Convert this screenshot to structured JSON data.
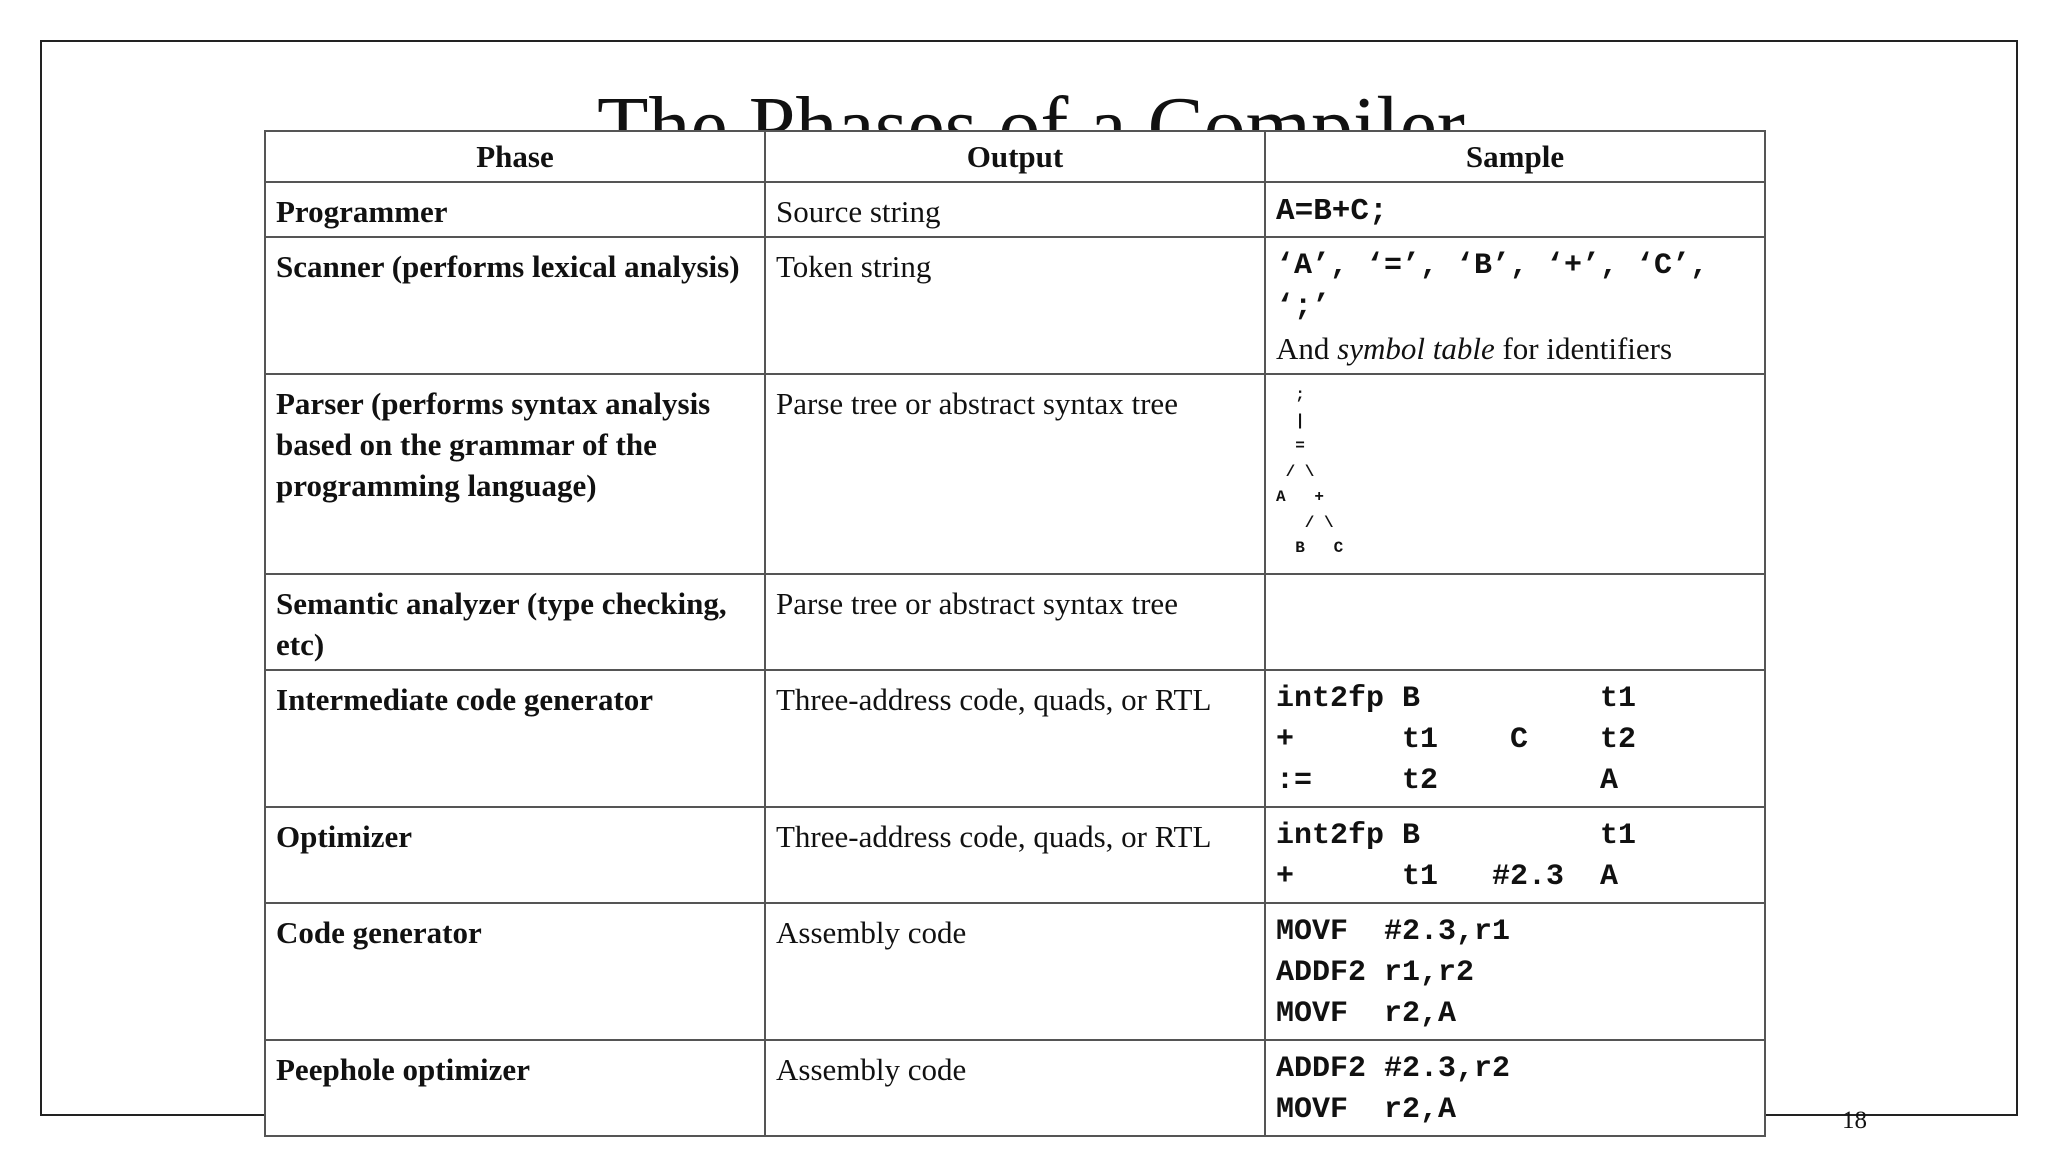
{
  "title": "The Phases of a Compiler",
  "page_number": "18",
  "table": {
    "headers": {
      "phase": "Phase",
      "output": "Output",
      "sample": "Sample"
    },
    "rows": [
      {
        "phase": "Programmer",
        "output": "Source string",
        "sample": "A=B+C;"
      },
      {
        "phase": "Scanner (performs lexical analysis)",
        "output": "Token string",
        "sample_tokens": "‘A’, ‘=’, ‘B’, ‘+’, ‘C’, ‘;’",
        "sample_note_prefix": "And ",
        "sample_note_em": "symbol table",
        "sample_note_suffix": " for identifiers"
      },
      {
        "phase": "Parser (performs syntax analysis based on the grammar of the programming language)",
        "output": "Parse tree or abstract syntax tree",
        "sample": "  ;\n  |\n  =\n / \\\nA   +\n   / \\\n  B   C"
      },
      {
        "phase": "Semantic analyzer (type checking,  etc)",
        "output": "Parse tree or abstract syntax tree",
        "sample": ""
      },
      {
        "phase": "Intermediate code generator",
        "output": "Three-address code, quads, or RTL",
        "sample": "int2fp B          t1\n+      t1    C    t2\n:=     t2         A"
      },
      {
        "phase": "Optimizer",
        "output": "Three-address code, quads, or RTL",
        "sample": "int2fp B          t1\n+      t1   #2.3  A"
      },
      {
        "phase": "Code generator",
        "output": "Assembly code",
        "sample": "MOVF  #2.3,r1\nADDF2 r1,r2\nMOVF  r2,A"
      },
      {
        "phase": "Peephole optimizer",
        "output": "Assembly code",
        "sample": "ADDF2 #2.3,r2\nMOVF  r2,A"
      }
    ]
  }
}
